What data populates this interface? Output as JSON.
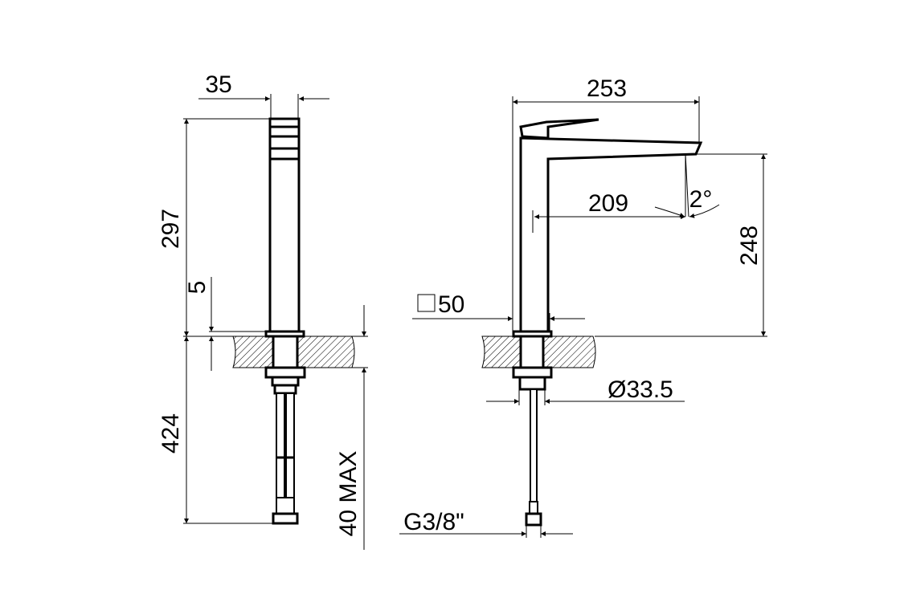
{
  "drawing": {
    "title": "Tall basin mixer dimension drawing",
    "side_view": {
      "width_label": "35",
      "height_label": "297",
      "flange_label": "5",
      "below_label": "424",
      "counter_label": "40 MAX"
    },
    "front_view": {
      "reach_label": "253",
      "spout_label": "209",
      "angle_label": "2°",
      "height_label": "248",
      "base_label": "50",
      "shank_label": "Ø33.5",
      "thread_label": "G3/8\""
    },
    "colors": {
      "line": "#000000",
      "background": "#ffffff"
    }
  }
}
